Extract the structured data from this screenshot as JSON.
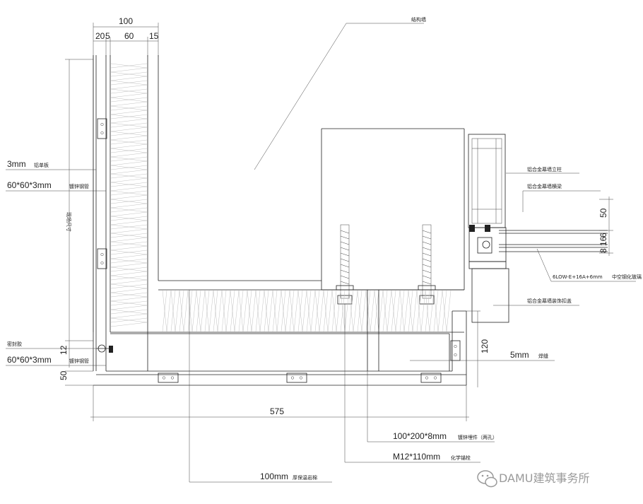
{
  "dimensions": {
    "top_total": "100",
    "top_a": "20",
    "top_b": "5",
    "top_c": "60",
    "top_d": "15",
    "right_50": "50",
    "right_6": "6",
    "right_16": "16",
    "right_8": "8",
    "right_120": "120",
    "left_12": "12",
    "left_50": "50",
    "bottom_575": "575"
  },
  "labels": {
    "structural_wall": "结构墙",
    "aluminum_panel_size": "3mm",
    "aluminum_panel_text": "铝单板",
    "steel_tube_1_size": "60*60*3mm",
    "steel_tube_1_text": "镀锌钢管",
    "vertical_note": "现场尺寸",
    "sealant": "密封胶",
    "steel_tube_2_size": "60*60*3mm",
    "steel_tube_2_text": "镀锌钢管",
    "mullion": "铝合金幕墙立柱",
    "transom": "铝合金幕墙横梁",
    "glass_size": "6LOW-E+16A+6mm",
    "glass_text": "中空钢化玻璃",
    "cover_plate": "铝合金幕墙装饰扣盖",
    "weld_size": "5mm",
    "weld_text": "焊缝",
    "embed_plate_size": "100*200*8mm",
    "embed_plate_text": "镀锌埋件（两孔）",
    "anchor_size": "M12*110mm",
    "anchor_text": "化学锚栓",
    "insulation_size": "100mm",
    "insulation_text": "厚保温岩棉"
  },
  "watermark": {
    "text": "DAMU建筑事务所",
    "icon": "wechat-icon"
  }
}
